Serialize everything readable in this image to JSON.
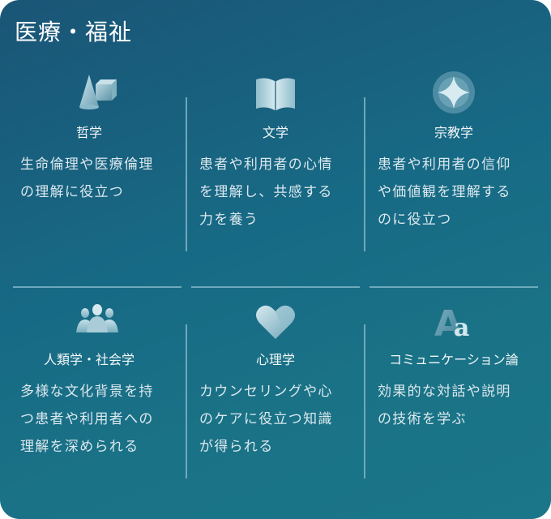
{
  "title": "医療・福祉",
  "colors": {
    "background_top": "#1a5576",
    "background_bottom": "#1b7689",
    "divider": "#7eb4c6",
    "text": "#dbe8ee"
  },
  "items": [
    {
      "icon": "cone-cube-icon",
      "heading": "哲学",
      "desc": "生命倫理や医療倫理\nの理解に役立つ"
    },
    {
      "icon": "open-book-icon",
      "heading": "文学",
      "desc": "患者や利用者の心情\nを理解し、共感する\n力を養う"
    },
    {
      "icon": "sparkle-star-icon",
      "heading": "宗教学",
      "desc": "患者や利用者の信仰\nや価値観を理解する\nのに役立つ"
    },
    {
      "icon": "people-group-icon",
      "heading": "人類学・社会学",
      "desc": "多様な文化背景を持\nつ患者や利用者への\n理解を深められる"
    },
    {
      "icon": "heart-icon",
      "heading": "心理学",
      "desc": "カウンセリングや心\nのケアに役立つ知識\nが得られる"
    },
    {
      "icon": "typography-aa-icon",
      "heading": "コミュニケーション論",
      "desc": "効果的な対話や説明\nの技術を学ぶ"
    }
  ],
  "icon_glyph": "Aa"
}
